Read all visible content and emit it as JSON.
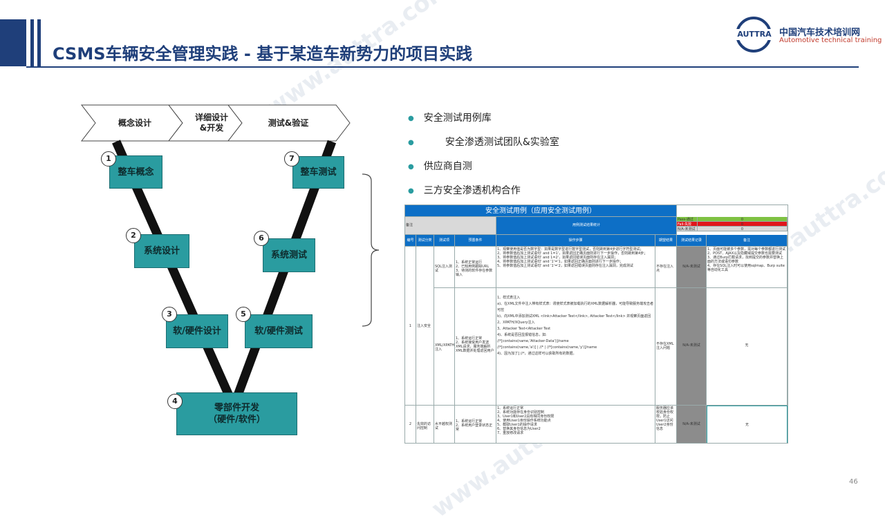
{
  "header": {
    "title": "CSMS车辆安全管理实践 - 基于某造车新势力的项目实践",
    "logo_abbr": "AUTTRA",
    "logo_cn": "中国汽车技术培训网",
    "logo_en": "Automotive technical training"
  },
  "watermark": "www.auttra.com",
  "colors": {
    "brand": "#1f3f7a",
    "teal": "#2a9ca0",
    "table_header": "#0d6fc6"
  },
  "phases": [
    {
      "label": "概念设计"
    },
    {
      "label": "详细设计\n&开发"
    },
    {
      "label": "测试&验证"
    }
  ],
  "vmodel": [
    {
      "num": "1",
      "label": "整车概念"
    },
    {
      "num": "2",
      "label": "系统设计"
    },
    {
      "num": "3",
      "label": "软/硬件设计"
    },
    {
      "num": "4",
      "label": "零部件开发\n（硬件/软件）"
    },
    {
      "num": "5",
      "label": "软/硬件测试"
    },
    {
      "num": "6",
      "label": "系统测试"
    },
    {
      "num": "7",
      "label": "整车测试"
    }
  ],
  "bullets": [
    "安全测试用例库",
    "       安全渗透测试团队&实验室",
    "供应商自测",
    "三方安全渗透机构合作"
  ],
  "table": {
    "title": "安全测试用例（应用安全测试用例）",
    "remark_label": "备注",
    "stat_title": "用例测试结果统计",
    "stats": [
      {
        "label": "Pass-通过",
        "value": "0"
      },
      {
        "label": "Fail-失败",
        "value": "0"
      },
      {
        "label": "N/A-未测试",
        "value": "0"
      }
    ],
    "headers": [
      "编号",
      "测试分类",
      "测试项",
      "预置条件",
      "操作步骤",
      "期望结果",
      "测试结果记录",
      "备注"
    ],
    "rows": [
      {
        "no": "1",
        "cat": "注入安全测试",
        "item": "SQL注入测试",
        "pre": "1、系统正常运行\n2、已知用例跟踪URL\n3、待测的软件存在参数输入",
        "steps": "1、观察使用值是否为数字型：如果是数字型进行数字型测试，否则跳到第4步进行字符型测试；\n2、将参数值后加上测试语句' and 1=1'，如果返回正确页面则进行下一步操作，否则跳到第4步；\n3、将参数值后加上测试语句' and 1=2'，如果返回错误页面则存在注入漏洞；\n4、将参数值后加上测试语句' and '1'='1，如果返回正确页面则进行下一步操作；\n5、将参数值后加上测试语句' and '1'='2，如果返回错误页面则存在注入漏洞，完成测试",
        "exp": "不存在注入点",
        "res": "N/A-未测试",
        "note": "1、页面可能被多个参数，需对每个参数都进行测试\n2、POST、AJAX以及隐藏域提交参数也需要测试\n3、通过Burp拦截请求，找到提交的参数并替换上面的方法或语句参数\n4、存在SQL注入时可以使用sqlmap、Burp suite等自动化工具"
      },
      {
        "no": "",
        "cat": "",
        "item": "XML/XPATH注入",
        "pre": "1、系统运行正常\n2、系统接受用户发送XML请求，服务端解析XML数据并处理返回用户",
        "steps": "1、样式表注入\na)、在XML文件中注入带有样式表：诱使样式表被加载执行的XML数据解析器，可能导致服务端攻击者可控\nb)、向XML中添加测试XML <link>Attacker Test</link>, Attacker Test</link> 并观察页面返回\n2、XPATH/XQuery注入\n3、Attacker Test<Attacker Test\n4)、系统是否回显报错信息，如:\n//*[contains(name,'Attacker-Data')]/name\n//*[contains(name,'a')] | //* | //*[contains(name,'y')]/name\n4)、因为加了] //*，通过这样可以获取所有的数据。",
        "exp": "不存在XML注入问题",
        "res": "N/A-未测试",
        "note": "无"
      },
      {
        "no": "2",
        "cat": "失效的访问控制",
        "item": "水平越权测试",
        "pre": "1、系统运行正常\n2、系统用户登录状态正常",
        "steps": "1、系统运行正常\n2、系统功能存在身份识别控制\n3、User1和User2具有相同身份权限\n4、使用User1身份操作系统功能点\n5、截取User1的操作请求\n6、替换其身份信息为User2\n7、重放修改请求",
        "exp": "服务器应该校验身份权限，防止User1访问User2身份信息",
        "res": "N/A-未测试",
        "note": "无"
      }
    ]
  },
  "page_number": "46"
}
